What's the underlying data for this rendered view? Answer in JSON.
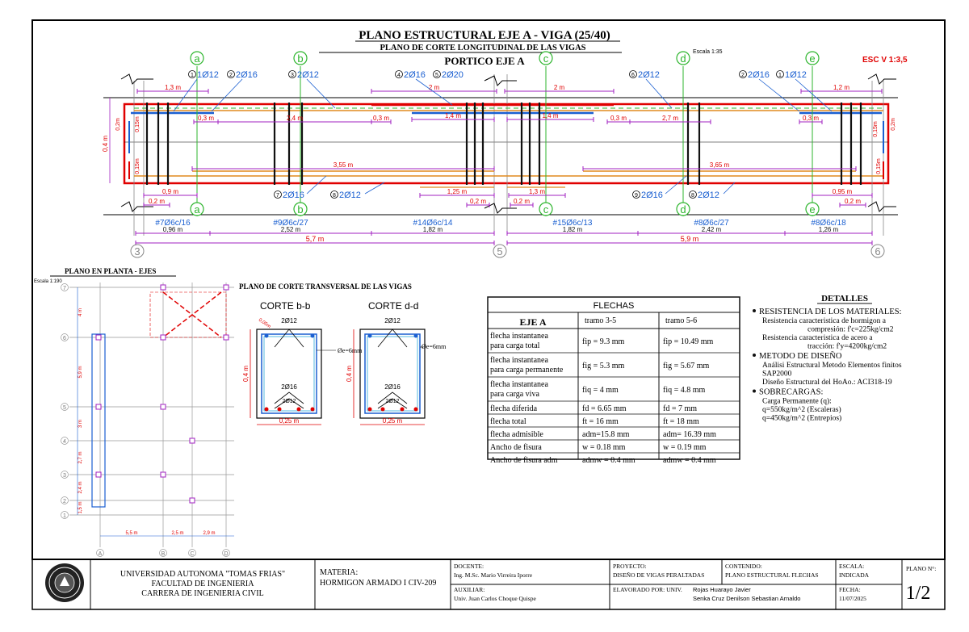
{
  "title": {
    "main": "PLANO ESTRUCTURAL  EJE A - VIGA (25/40)",
    "sub": "PLANO DE CORTE LONGITUDINAL DE LAS VIGAS",
    "portico": "PORTICO EJE A",
    "escala": "Escala 1:35",
    "esc_v": "ESC V 1:3,5"
  },
  "elevation": {
    "axes": [
      "a",
      "b",
      "c",
      "d",
      "e"
    ],
    "columns": [
      "3",
      "5",
      "6"
    ],
    "top_bars": [
      {
        "num": "1",
        "label": "1Ø12"
      },
      {
        "num": "2",
        "label": "2Ø16"
      },
      {
        "num": "3",
        "label": "2Ø12"
      },
      {
        "num": "4",
        "label": "2Ø16"
      },
      {
        "num": "5",
        "label": "2Ø20"
      },
      {
        "num": "6",
        "label": "2Ø12"
      },
      {
        "num": "2",
        "label": "2Ø16"
      },
      {
        "num": "1",
        "label": "1Ø12"
      }
    ],
    "bottom_bars": [
      {
        "num": "7",
        "label": "2Ø16"
      },
      {
        "num": "8",
        "label": "2Ø12"
      },
      {
        "num": "9",
        "label": "2Ø16"
      },
      {
        "num": "8",
        "label": "2Ø12"
      }
    ],
    "dims_top": [
      "1,3 m",
      "2 m",
      "2 m",
      "1,2 m"
    ],
    "dims_mid": [
      "0,3 m",
      "2,4 m",
      "0,3 m",
      "1,4 m",
      "1,4 m",
      "0,3 m",
      "2,7 m",
      "0,3 m"
    ],
    "dims_low": [
      "3,55 m",
      "3,65 m"
    ],
    "dims_bottom": [
      "0,9 m",
      "0,2 m",
      "1,25 m",
      "0,2 m",
      "0,2 m",
      "1,3 m",
      "0,95 m",
      "0,2 m"
    ],
    "heights": [
      "0,4 m",
      "0,2m",
      "0,15m",
      "0,15m",
      "0,2m",
      "0,15m",
      "0,15m"
    ],
    "stirrups": [
      "#7Ø6c/16",
      "#9Ø6c/27",
      "#14Ø6c/14",
      "#15Ø6c/13",
      "#8Ø6c/27",
      "#8Ø6c/18"
    ],
    "stirrup_lengths": [
      "0,96 m",
      "2,52 m",
      "1,82 m",
      "1,82 m",
      "2,42 m",
      "1,26 m"
    ],
    "spans": [
      "5,7 m",
      "5,9 m"
    ]
  },
  "plan": {
    "title": "PLANO EN PLANTA - EJES",
    "escala": "Escala 1:190",
    "row_labels": [
      "7",
      "6",
      "5",
      "4",
      "3",
      "2",
      "1"
    ],
    "col_labels": [
      "A",
      "B",
      "C",
      "D"
    ],
    "row_dims": [
      "4 m",
      "5,9 m",
      "3 m",
      "2,7 m",
      "2,4 m",
      "1,5 m"
    ],
    "col_dims": [
      "5,5 m",
      "2,5 m",
      "2,9 m"
    ]
  },
  "sections": {
    "title": "PLANO DE CORTE TRANSVERSAL DE LAS VIGAS",
    "corte_bb": {
      "label": "CORTE b-b",
      "top": "2Ø12",
      "bottom1": "2Ø16",
      "bottom2": "2Ø12",
      "stirrup": "Øe=6mm",
      "cover": "0,05m",
      "height": "0,4 m",
      "width": "0,25 m"
    },
    "corte_dd": {
      "label": "CORTE d-d",
      "top": "2Ø12",
      "bottom1": "2Ø16",
      "bottom2": "2Ø12",
      "stirrup": "Øe=6mm",
      "height": "0,4 m",
      "width": "0,25 m"
    }
  },
  "flechas": {
    "title": "FLECHAS",
    "headers": [
      "EJE A",
      "tramo 3-5",
      "tramo 5-6"
    ],
    "rows": [
      [
        "flecha instantanea para carga total",
        "fip = 9.3 mm",
        "fip = 10.49 mm"
      ],
      [
        "flecha instantanea para carga permanente",
        "fig = 5.3 mm",
        "fig = 5.67 mm"
      ],
      [
        "flecha instantanea para carga viva",
        "fiq = 4 mm",
        "fiq = 4.8 mm"
      ],
      [
        "flecha diferida",
        "fd = 6.65 mm",
        "fd = 7 mm"
      ],
      [
        "flecha total",
        "ft = 16 mm",
        "ft = 18 mm"
      ],
      [
        "flecha admisible",
        "adm=15.8 mm",
        "adm= 16.39 mm"
      ],
      [
        "Ancho de fisura",
        "w = 0.18 mm",
        "w = 0.19 mm"
      ],
      [
        "Ancho de fisura adm",
        "admw = 0.4 mm",
        "admw = 0.4 mm"
      ]
    ]
  },
  "detalles": {
    "title": "DETALLES",
    "items": [
      {
        "head": "RESISTENCIA DE LOS MATERIALES:",
        "lines": [
          "Resistencia caracteristica de hormigon a",
          "compresión:          f'c=225kg/cm2",
          "Resistencia caracteristica de acero a",
          "tracción:          f'y=4200kg/cm2"
        ]
      },
      {
        "head": "METODO DE DISEÑO",
        "lines": [
          "Análisi Estructural Metodo Elementos finitos",
          "SAP2000",
          "Diseño Estructural del HoAo.: ACI318-19"
        ]
      },
      {
        "head": "SOBRECARGAS:",
        "lines": [
          "Carga Permanente (q):",
          "q=550kg/m^2    (Escaleras)",
          "q=450kg/m^2    (Entrepios)"
        ]
      }
    ]
  },
  "titleblock": {
    "universidad": [
      "UNIVERSIDAD AUTONOMA \"TOMAS FRIAS\"",
      "FACULTAD DE INGENIERIA",
      "CARRERA DE INGENIERIA CIVIL"
    ],
    "materia_label": "MATERIA:",
    "materia": "HORMIGON ARMADO I CIV-209",
    "docente_label": "DOCENTE:",
    "docente": "Ing. M.Sc. Mario Virreira Iporre",
    "auxiliar_label": "AUXILIAR:",
    "auxiliar": "Univ. Juan Carlos Choque Quispe",
    "proyecto_label": "PROYECTO:",
    "proyecto": "DISEÑO DE VIGAS PERALTADAS",
    "elaborado_label": "ELAVORADO POR: UNIV.",
    "elaborado": [
      "Rojas Huarayo Javier",
      "Senka Cruz Denilson Sebastian Arnaldo"
    ],
    "contenido_label": "CONTENIDO:",
    "contenido": "PLANO ESTRUCTURAL FLECHAS",
    "escala_label": "ESCALA:",
    "escala": "INDICADA",
    "fecha_label": "FECHA:",
    "fecha": "11/07/2025",
    "plano_label": "PLANO N°:",
    "plano": "1/2"
  },
  "colors": {
    "red": "#e00000",
    "blue": "#1a5fd1",
    "green": "#2db52d",
    "purple": "#a020c0",
    "orange": "#e08a1e",
    "dark": "#111111"
  }
}
